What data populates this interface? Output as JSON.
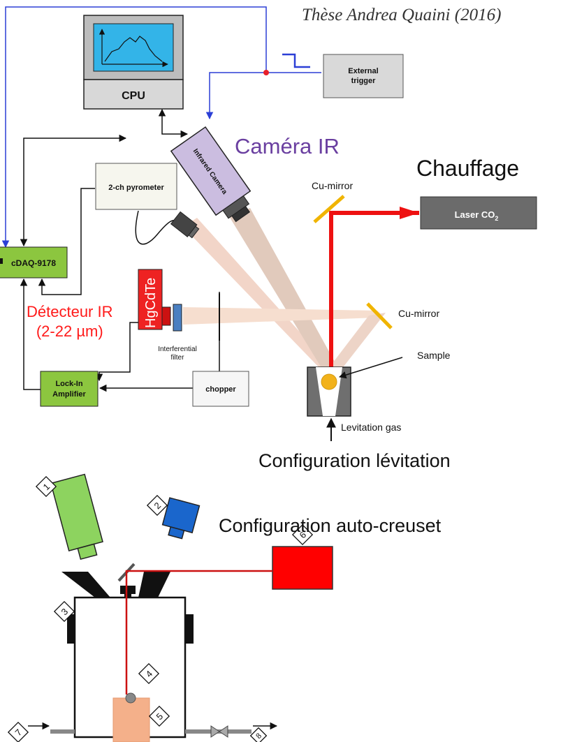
{
  "credit": "Thèse Andrea Quaini (2016)",
  "labels": {
    "camera_ir": "Caméra IR",
    "chauffage": "Chauffage",
    "detecteur_ir": "Détecteur IR",
    "detecteur_range": "(2-22 µm)",
    "config_levitation": "Configuration lévitation",
    "config_auto_creuset": "Configuration auto-creuset"
  },
  "components": {
    "cpu": "CPU",
    "external_trigger_1": "External",
    "external_trigger_2": "trigger",
    "infrared_camera": "Infrared Camera",
    "pyrometer": "2-ch pyrometer",
    "laser": "Laser CO",
    "laser_sub": "2",
    "cu_mirror_top": "Cu-mirror",
    "cu_mirror_right": "Cu-mirror",
    "cdaq": "cDAQ-9178",
    "hgcdte": "HgCdTe",
    "interferential_1": "Interferential",
    "interferential_2": "filter",
    "sample": "Sample",
    "lockin_1": "Lock-In",
    "lockin_2": "Amplifier",
    "chopper": "chopper",
    "levitation_gas": "Levitation gas"
  },
  "markers": [
    "1",
    "2",
    "3",
    "4",
    "5",
    "6",
    "7",
    "8"
  ],
  "colors": {
    "laser_beam": "#ee1111",
    "trigger_wire": "#2b3fd6",
    "ir_beam": "#e8b49c",
    "mirror": "#f0b400",
    "green_box": "#8cc63f",
    "cpu_screen": "#33b4e8",
    "camera_purple": "#cbbde0",
    "laser_box": "#6b6b6b",
    "cam1_green": "#8dd35f",
    "cam2_blue": "#1a66cc",
    "laser6_red": "#ff0000",
    "crucible_peach": "#f4b08a"
  }
}
